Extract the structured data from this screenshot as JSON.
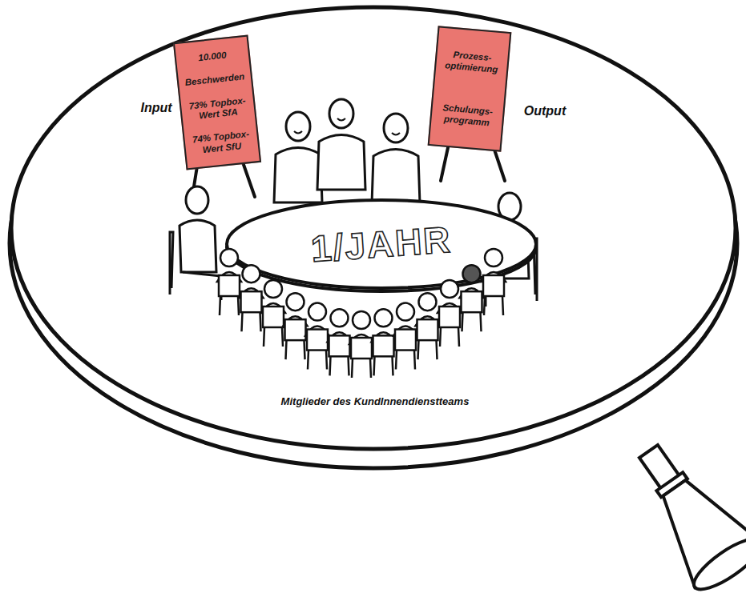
{
  "diagram": {
    "nodes": [
      {
        "text": [
          "10.000",
          "Beschwerden",
          "73% Topbox- Wert SfA",
          "74% Topbox- Wert SfU"
        ]
      },
      {
        "text": [
          "Prozess- optimierung",
          "Schulungs- programm"
        ]
      },
      {
        "text": [
          "1/JAHR"
        ]
      }
    ],
    "labels": [
      "Input",
      "Output",
      "Mitglieder des KundInnendienstteams"
    ]
  }
}
